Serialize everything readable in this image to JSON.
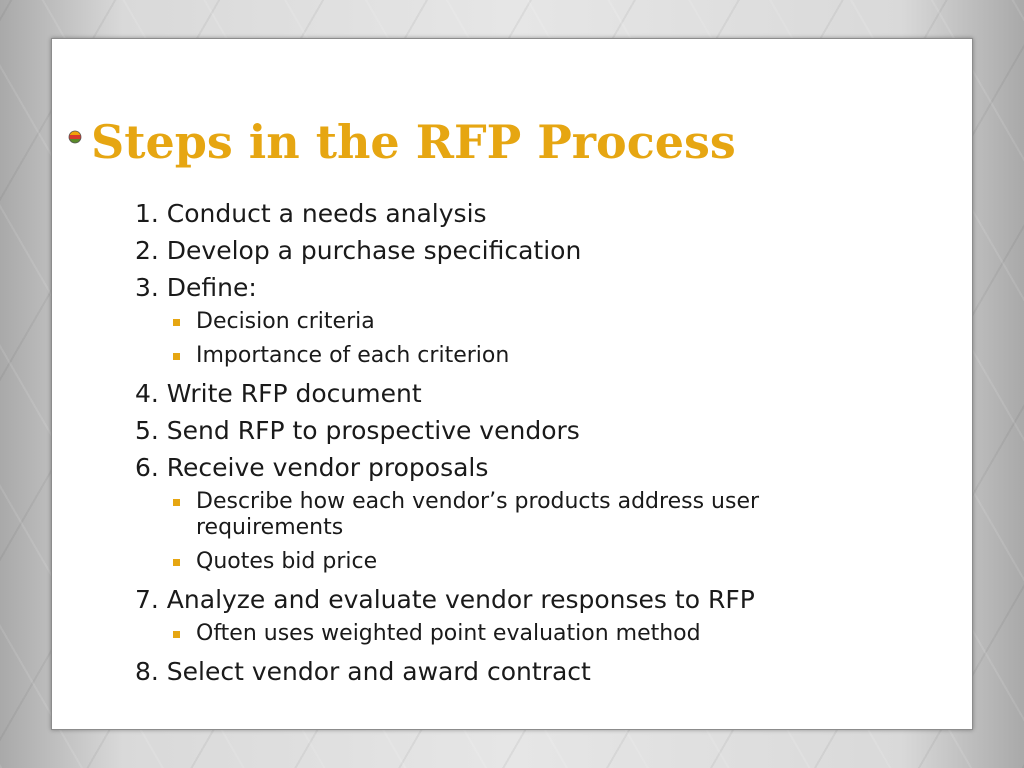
{
  "slide": {
    "title": "Steps in the RFP Process",
    "accent_color": "#e6a612",
    "title_bullet_icon": "tricolor-circle-bullet-icon",
    "sub_bullet_icon": "square-bullet-icon",
    "steps": [
      {
        "label": "1. Conduct a needs analysis",
        "subs": []
      },
      {
        "label": "2. Develop a purchase specification",
        "subs": []
      },
      {
        "label": "3. Define:",
        "subs": [
          "Decision criteria",
          "Importance of each criterion"
        ]
      },
      {
        "label": "4. Write RFP document",
        "subs": []
      },
      {
        "label": "5. Send RFP to prospective vendors",
        "subs": []
      },
      {
        "label": "6. Receive vendor proposals",
        "subs": [
          "Describe how each vendor’s products address user requirements",
          "Quotes bid price"
        ]
      },
      {
        "label": "7. Analyze and evaluate vendor responses to RFP",
        "subs": [
          "Often uses weighted point evaluation method"
        ]
      },
      {
        "label": "8. Select vendor and award contract",
        "subs": []
      }
    ]
  }
}
